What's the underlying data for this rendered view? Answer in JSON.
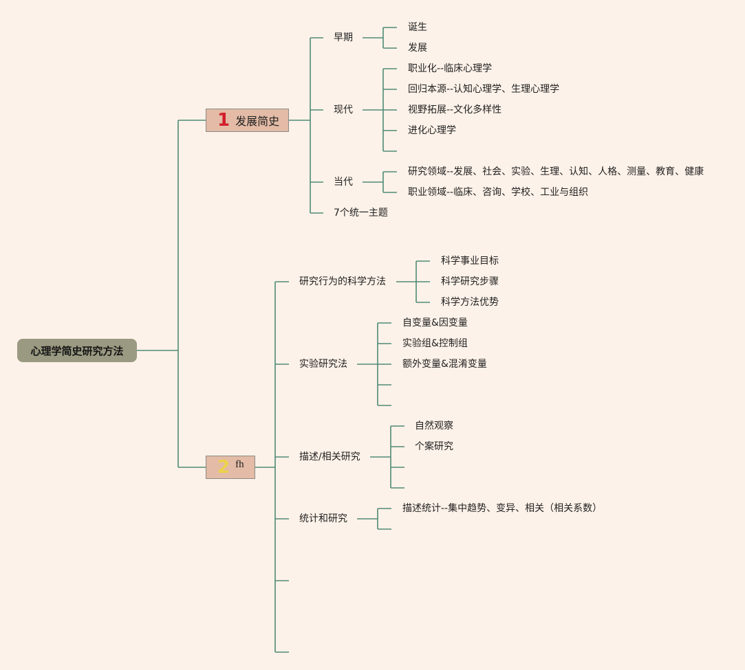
{
  "colors": {
    "background": "#fdf2e9",
    "line": "#4e8a76",
    "root_bg": "#9a9a82",
    "branch_bg": "#e3bba6",
    "num1": "#d21f2b",
    "num2": "#ecd24a"
  },
  "root": {
    "label": "心理学简史研究方法"
  },
  "branch1": {
    "number": "1",
    "label": "发展简史",
    "early": {
      "label": "早期",
      "items": [
        "诞生",
        "发展"
      ]
    },
    "modern": {
      "label": "现代",
      "items": [
        "职业化--临床心理学",
        "回归本源--认知心理学、生理心理学",
        "视野拓展--文化多样性",
        "进化心理学"
      ]
    },
    "contemporary": {
      "label": "当代",
      "items": [
        "研究领域--发展、社会、实验、生理、认知、人格、测量、教育、健康",
        "职业领域--临床、咨询、学校、工业与组织"
      ]
    },
    "themes": {
      "label": "7个统一主题"
    }
  },
  "branch2": {
    "number": "2",
    "label": "fh",
    "science": {
      "label": "研究行为的科学方法",
      "items": [
        "科学事业目标",
        "科学研究步骤",
        "科学方法优势"
      ]
    },
    "experiment": {
      "label": "实验研究法",
      "items": [
        "自变量&因变量",
        "实验组&控制组",
        "额外变量&混淆变量"
      ]
    },
    "descriptive": {
      "label": "描述/相关研究",
      "items": [
        "自然观察",
        "个案研究"
      ]
    },
    "statistics": {
      "label": "统计和研究",
      "items": [
        "描述统计--集中趋势、变异、相关（相关系数）"
      ]
    }
  }
}
